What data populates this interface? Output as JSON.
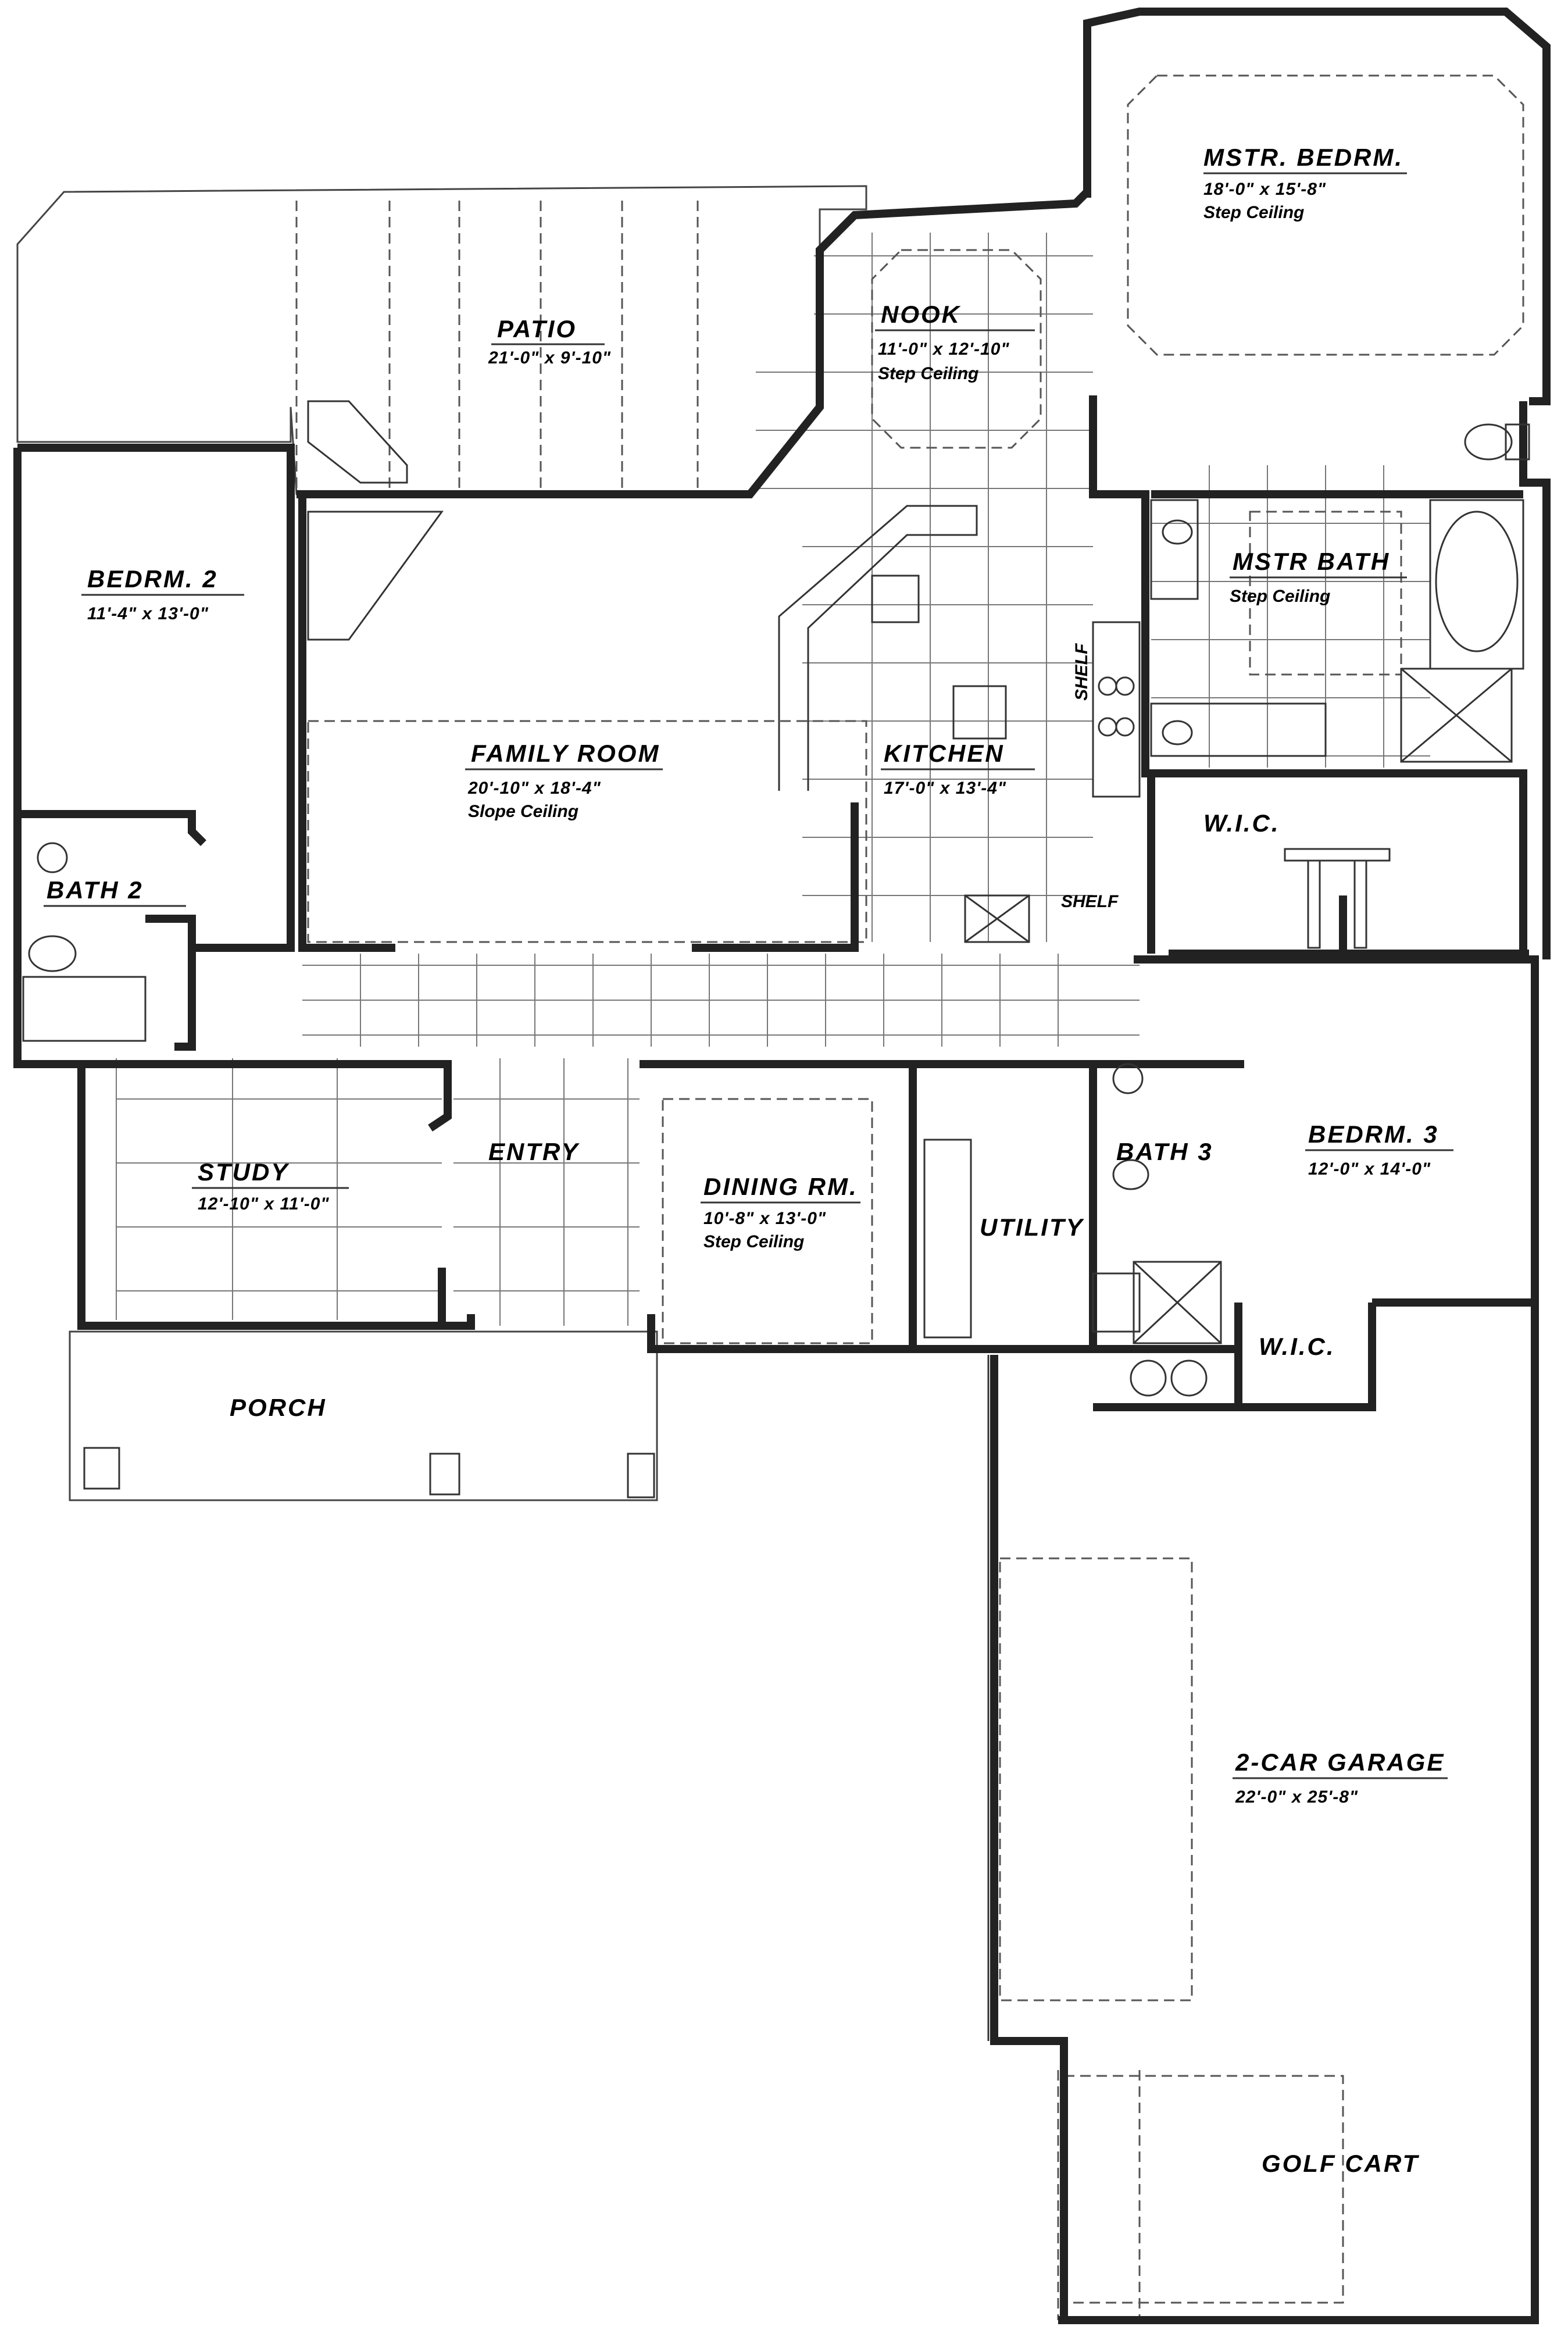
{
  "rooms": {
    "mstr_bedrm": {
      "name": "MSTR. BEDRM.",
      "dims": "18'-0\" x 15'-8\"",
      "note": "Step Ceiling"
    },
    "patio": {
      "name": "PATIO",
      "dims": "21'-0\" x 9'-10\""
    },
    "nook": {
      "name": "NOOK",
      "dims": "11'-0\" x 12'-10\"",
      "note": "Step Ceiling"
    },
    "bedrm2": {
      "name": "BEDRM. 2",
      "dims": "11'-4\" x 13'-0\""
    },
    "mstr_bath": {
      "name": "MSTR BATH",
      "note": "Step Ceiling"
    },
    "family_room": {
      "name": "FAMILY ROOM",
      "dims": "20'-10\" x 18'-4\"",
      "note": "Slope Ceiling"
    },
    "kitchen": {
      "name": "KITCHEN",
      "dims": "17'-0\" x 13'-4\""
    },
    "shelf_v": {
      "name": "SHELF"
    },
    "wic_master": {
      "name": "W.I.C."
    },
    "bath2": {
      "name": "BATH 2"
    },
    "shelf_h": {
      "name": "SHELF"
    },
    "study": {
      "name": "STUDY",
      "dims": "12'-10\" x 11'-0\""
    },
    "entry": {
      "name": "ENTRY"
    },
    "dining": {
      "name": "DINING RM.",
      "dims": "10'-8\" x 13'-0\"",
      "note": "Step Ceiling"
    },
    "utility": {
      "name": "UTILITY"
    },
    "bath3": {
      "name": "BATH 3"
    },
    "bedrm3": {
      "name": "BEDRM. 3",
      "dims": "12'-0\" x 14'-0\""
    },
    "wic3": {
      "name": "W.I.C."
    },
    "porch": {
      "name": "PORCH"
    },
    "garage": {
      "name": "2-CAR GARAGE",
      "dims": "22'-0\" x 25'-8\""
    },
    "golf_cart": {
      "name": "GOLF CART"
    }
  }
}
